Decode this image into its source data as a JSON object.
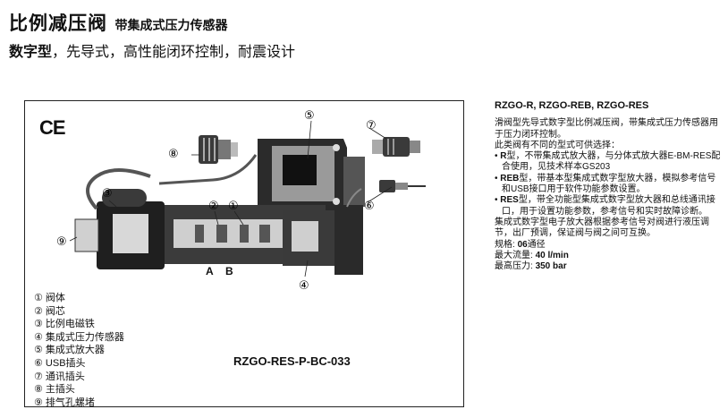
{
  "header": {
    "title_main": "比例减压阀",
    "title_sub": "带集成式压力传感器",
    "subtitle_bold": "数字型",
    "subtitle_rest": "，先导式，高性能闭环控制，耐震设计"
  },
  "figure": {
    "ce_mark": "CE",
    "callouts": [
      "①",
      "②",
      "③",
      "④",
      "⑤",
      "⑥",
      "⑦",
      "⑧",
      "⑨"
    ],
    "port_a": "A",
    "port_b": "B",
    "model_code": "RZGO-RES-P-BC-033",
    "legend": [
      "① 阀体",
      "② 阀芯",
      "③ 比例电磁铁",
      "④ 集成式压力传感器",
      "⑤ 集成式放大器",
      "⑥ USB插头",
      "⑦ 通讯插头",
      "⑧ 主插头",
      "⑨ 排气孔螺堵"
    ]
  },
  "side": {
    "heading": "RZGO-R, RZGO-REB, RZGO-RES",
    "intro": "滑阀型先导式数字型比例减压阀，带集成式压力传感器用于压力闭环控制。",
    "choose": "此类阀有不同的型式可供选择：",
    "bullets": [
      {
        "key": "R",
        "text": "型，不带集成式放大器，与分体式放大器E-BM-RES配合使用，见技术样本GS203"
      },
      {
        "key": "REB",
        "text": "型，带基本型集成式数字型放大器，模拟参考信号和USB接口用于软件功能参数设置。"
      },
      {
        "key": "RES",
        "text": "型，带全功能型集成式数字型放大器和总线通讯接口，用于设置功能参数，参考信号和实时故障诊断。"
      }
    ],
    "para": "集成式数字型电子放大器根据参考信号对阀进行液压调节，出厂预调，保证阀与阀之间可互换。",
    "specs": [
      {
        "label": "规格: ",
        "value": "06",
        "unit": "通径"
      },
      {
        "label": "最大流量: ",
        "value": "40 l/min",
        "unit": ""
      },
      {
        "label": "最高压力: ",
        "value": "350 bar",
        "unit": ""
      }
    ]
  }
}
